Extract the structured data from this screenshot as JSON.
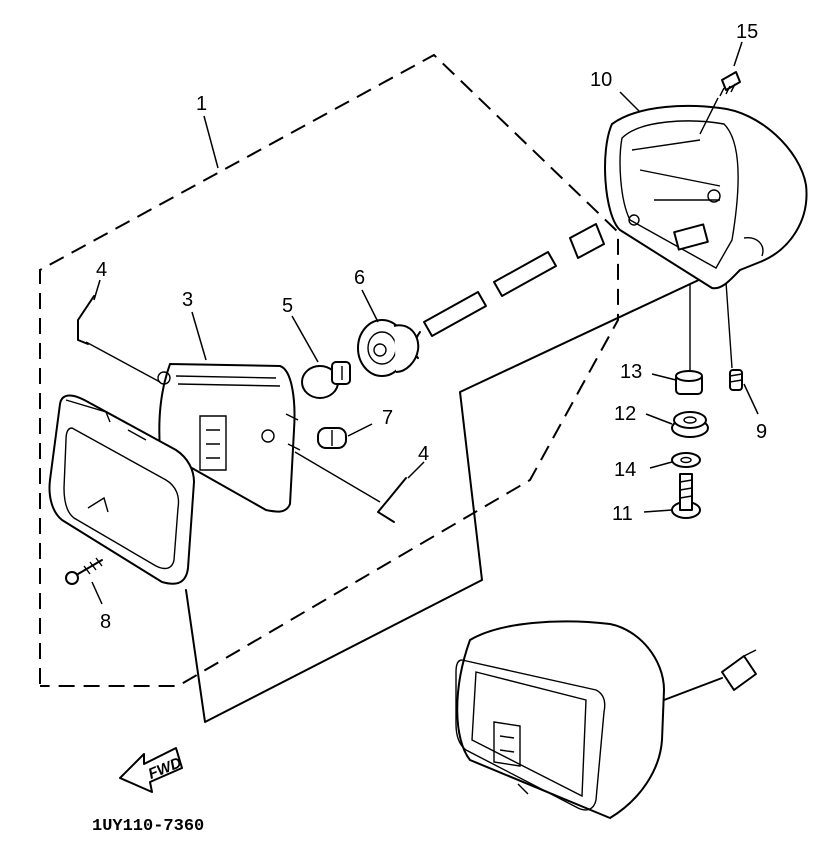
{
  "diagram": {
    "drawing_code": "1UY110-7360",
    "direction_label": "FWD",
    "callouts": {
      "c1": "1",
      "c3": "3",
      "c4a": "4",
      "c4b": "4",
      "c5": "5",
      "c6": "6",
      "c7": "7",
      "c8": "8",
      "c9": "9",
      "c10": "10",
      "c11": "11",
      "c12": "12",
      "c13": "13",
      "c14": "14",
      "c15": "15"
    }
  }
}
